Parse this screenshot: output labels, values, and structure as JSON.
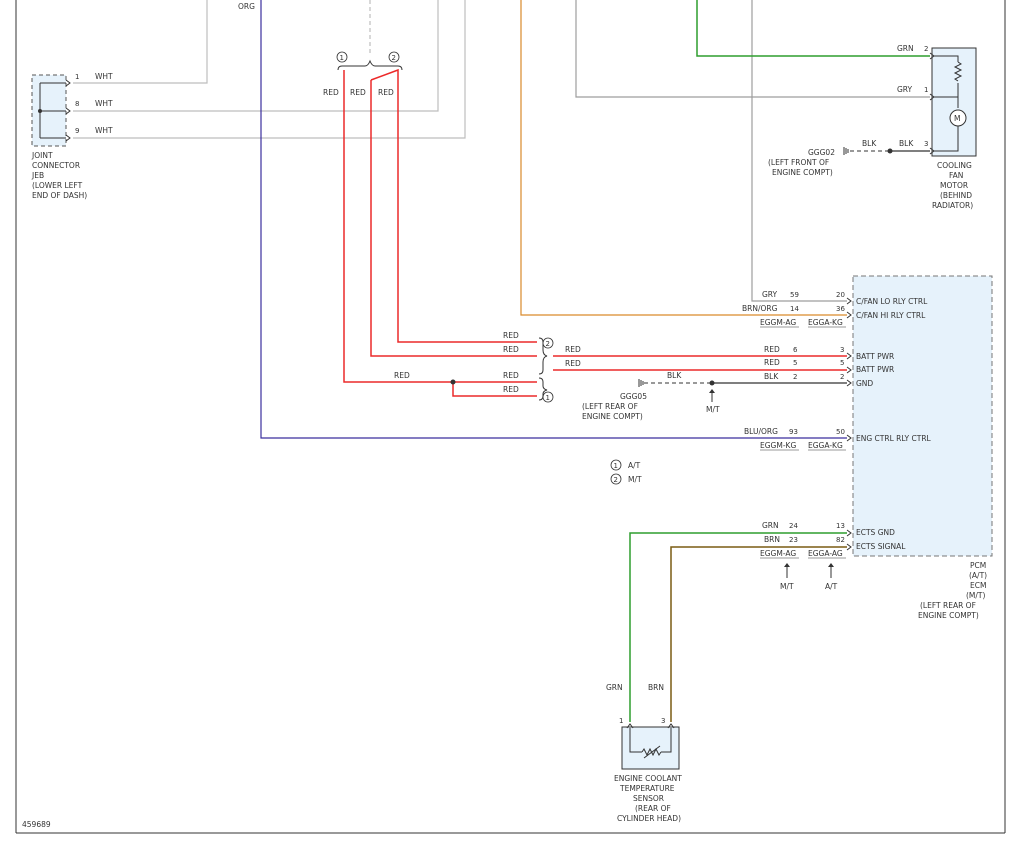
{
  "diagram_id": "459689",
  "colors": {
    "white_wire": "#bdbdbd",
    "gray_wire": "#9e9e9e",
    "green_wire": "#2e9e2e",
    "orange_wire": "#d98a2b",
    "red_wire": "#ec2a2a",
    "blue_wire": "#3b2f9e",
    "brown_wire": "#7a5c12",
    "black_wire": "#555555",
    "pcm_fill": "#e6f2fb",
    "border": "#333333"
  },
  "joint_connector": {
    "name": [
      "JOINT",
      "CONNECTOR",
      "JEB",
      "(LOWER LEFT",
      "END OF DASH)"
    ],
    "pins": [
      {
        "pin": "1",
        "color": "WHT"
      },
      {
        "pin": "8",
        "color": "WHT"
      },
      {
        "pin": "9",
        "color": "WHT"
      }
    ]
  },
  "top_left_label": "ORG",
  "splice_top": {
    "circle1": "1",
    "circle2": "2",
    "red_labels": [
      "RED",
      "RED",
      "RED"
    ]
  },
  "fan_motor": {
    "name": [
      "COOLING",
      "FAN",
      "MOTOR",
      "(BEHIND",
      "RADIATOR)"
    ],
    "pins": [
      {
        "pin": "2",
        "color": "GRN"
      },
      {
        "pin": "1",
        "color": "GRY"
      },
      {
        "pin": "3",
        "color": "BLK"
      }
    ],
    "motor_symbol": "M",
    "ground": {
      "id": "GGG02",
      "wire": "BLK",
      "location": [
        "(LEFT FRONT OF",
        "ENGINE COMPT)"
      ]
    }
  },
  "pcm": {
    "name": [
      "PCM",
      "(A/T)",
      "ECM",
      "(M/T)",
      "(LEFT REAR OF",
      "ENGINE COMPT)"
    ],
    "connectors": {
      "mt": "EGGM-AG",
      "at": "EGGA-KG"
    },
    "connectors2": {
      "mt": "EGGM-KG",
      "at": "EGGA-KG"
    },
    "connectors3": {
      "mt": "EGGM-AG",
      "at": "EGGA-AG"
    },
    "pins": [
      {
        "color": "GRY",
        "mt": "59",
        "at": "20",
        "label": "C/FAN LO RLY CTRL"
      },
      {
        "color": "BRN/ORG",
        "mt": "14",
        "at": "36",
        "label": "C/FAN HI RLY CTRL"
      },
      {
        "color": "RED",
        "mt": "6",
        "at": "3",
        "label": "BATT PWR"
      },
      {
        "color": "RED",
        "mt": "5",
        "at": "5",
        "label": "BATT PWR"
      },
      {
        "color": "BLK",
        "mt": "2",
        "at": "2",
        "label": "GND"
      },
      {
        "color": "BLU/ORG",
        "mt": "93",
        "at": "50",
        "label": "ENG CTRL RLY CTRL"
      },
      {
        "color": "GRN",
        "mt": "24",
        "at": "13",
        "label": "ECTS GND"
      },
      {
        "color": "BRN",
        "mt": "23",
        "at": "82",
        "label": "ECTS SIGNAL"
      }
    ]
  },
  "splice_mid": {
    "left_labels": [
      "RED",
      "RED",
      "RED",
      "RED"
    ],
    "right_labels": [
      "RED",
      "RED"
    ],
    "red_label_left": "RED",
    "circle_top": "2",
    "circle_bottom": "1",
    "ground": {
      "id": "GGG05",
      "wire": "BLK",
      "location": [
        "(LEFT REAR OF",
        "ENGINE COMPT)"
      ],
      "note": "M/T"
    }
  },
  "legend": [
    {
      "num": "1",
      "text": "A/T"
    },
    {
      "num": "2",
      "text": "M/T"
    }
  ],
  "connector_notes": {
    "mt": "M/T",
    "at": "A/T"
  },
  "ect_sensor": {
    "name": [
      "ENGINE COOLANT",
      "TEMPERATURE",
      "SENSOR",
      "(REAR OF",
      "CYLINDER HEAD)"
    ],
    "pins": [
      {
        "pin": "1",
        "color": "GRN"
      },
      {
        "pin": "3",
        "color": "BRN"
      }
    ]
  }
}
